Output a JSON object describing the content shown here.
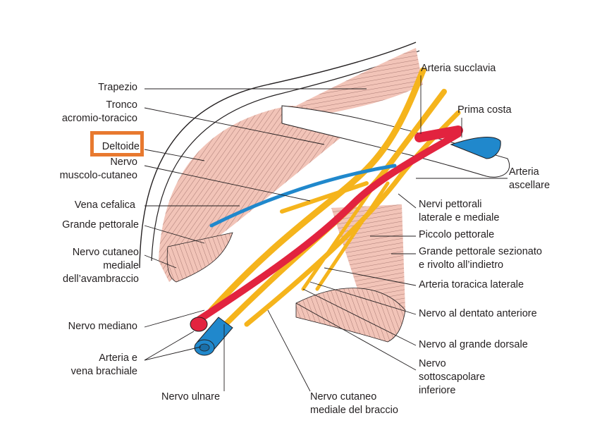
{
  "figure": {
    "colors": {
      "muscle": "#f2c4b8",
      "muscle_stripe": "#8a5a55",
      "nerve": "#f5b41c",
      "artery": "#e2233f",
      "vein": "#2088cc",
      "outline": "#231f20",
      "highlight_box": "#e8792f"
    },
    "highlighted_label": "Deltoide",
    "labels_left": [
      {
        "id": "trapezio",
        "lines": [
          "Trapezio"
        ]
      },
      {
        "id": "tronco",
        "lines": [
          "Tronco",
          "acromio-toracico"
        ]
      },
      {
        "id": "deltoide",
        "lines": [
          "Deltoide"
        ]
      },
      {
        "id": "nervo-muscolo-cutaneo",
        "lines": [
          "Nervo",
          "muscolo-cutaneo"
        ]
      },
      {
        "id": "vena-cefalica",
        "lines": [
          "Vena cefalica"
        ]
      },
      {
        "id": "grande-pettorale",
        "lines": [
          "Grande pettorale"
        ]
      },
      {
        "id": "nervo-cutaneo-avambraccio",
        "lines": [
          "Nervo cutaneo",
          "mediale",
          "dell’avambraccio"
        ]
      },
      {
        "id": "nervo-mediano",
        "lines": [
          "Nervo mediano"
        ]
      },
      {
        "id": "arteria-vena-brachiale",
        "lines": [
          "Arteria e",
          "vena brachiale"
        ]
      }
    ],
    "labels_bottom": [
      {
        "id": "nervo-ulnare",
        "lines": [
          "Nervo ulnare"
        ]
      },
      {
        "id": "nervo-cutaneo-braccio",
        "lines": [
          "Nervo cutaneo",
          "mediale del braccio"
        ]
      }
    ],
    "labels_right": [
      {
        "id": "arteria-succlavia",
        "lines": [
          "Arteria succlavia"
        ]
      },
      {
        "id": "prima-costa",
        "lines": [
          "Prima costa"
        ]
      },
      {
        "id": "arteria-ascellare",
        "lines": [
          "Arteria",
          "ascellare"
        ]
      },
      {
        "id": "nervi-pettorali",
        "lines": [
          "Nervi pettorali",
          "laterale e mediale"
        ]
      },
      {
        "id": "piccolo-pettorale",
        "lines": [
          "Piccolo pettorale"
        ]
      },
      {
        "id": "grande-pettorale-sezionato",
        "lines": [
          "Grande pettorale sezionato",
          "e rivolto all’indietro"
        ]
      },
      {
        "id": "arteria-toracica-laterale",
        "lines": [
          "Arteria toracica laterale"
        ]
      },
      {
        "id": "nervo-dentato",
        "lines": [
          "Nervo al dentato anteriore"
        ]
      },
      {
        "id": "nervo-grande-dorsale",
        "lines": [
          "Nervo al grande dorsale"
        ]
      },
      {
        "id": "nervo-sottoscapolare",
        "lines": [
          "Nervo",
          "sottoscapolare",
          "inferiore"
        ]
      }
    ]
  }
}
